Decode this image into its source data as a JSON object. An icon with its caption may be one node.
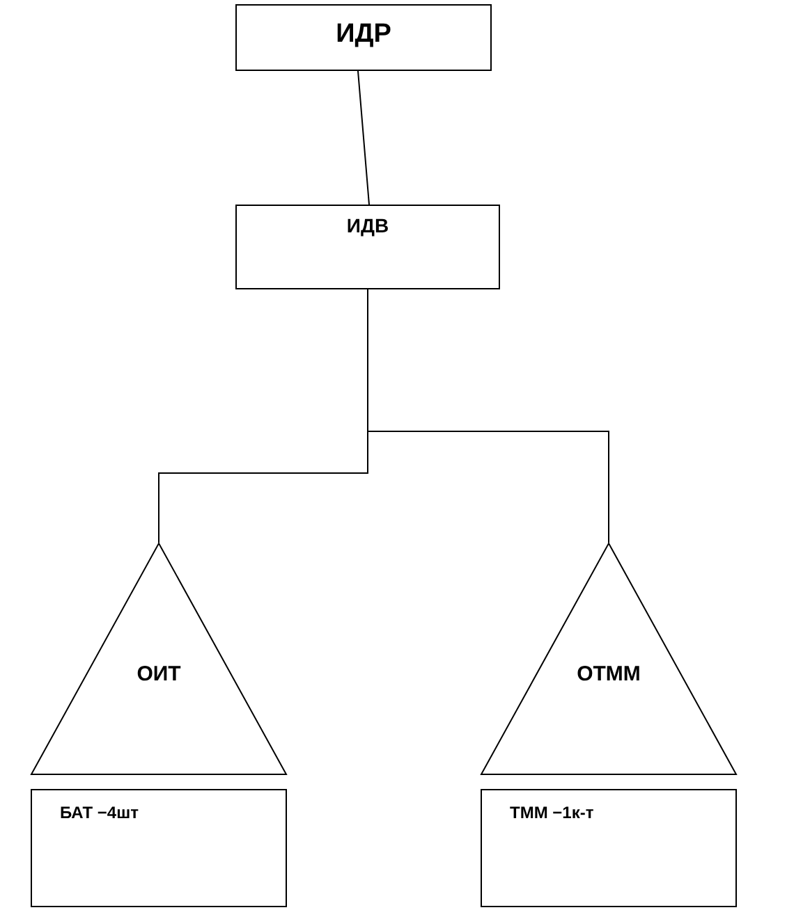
{
  "diagram": {
    "nodes": [
      {
        "text": [
          "ИДР"
        ]
      },
      {
        "text": [
          "ИДВ"
        ]
      },
      {
        "text": [
          "ОИТ"
        ]
      },
      {
        "text": [
          "ОТММ"
        ]
      },
      {
        "text": [
          "БАТ −4шт"
        ]
      },
      {
        "text": [
          "ТММ −1к-т"
        ]
      }
    ],
    "edges": [
      {
        "from": 0,
        "to": 1,
        "arrow": "none"
      },
      {
        "from": 1,
        "to": 2,
        "arrow": "none"
      },
      {
        "from": 1,
        "to": 3,
        "arrow": "none"
      }
    ]
  }
}
